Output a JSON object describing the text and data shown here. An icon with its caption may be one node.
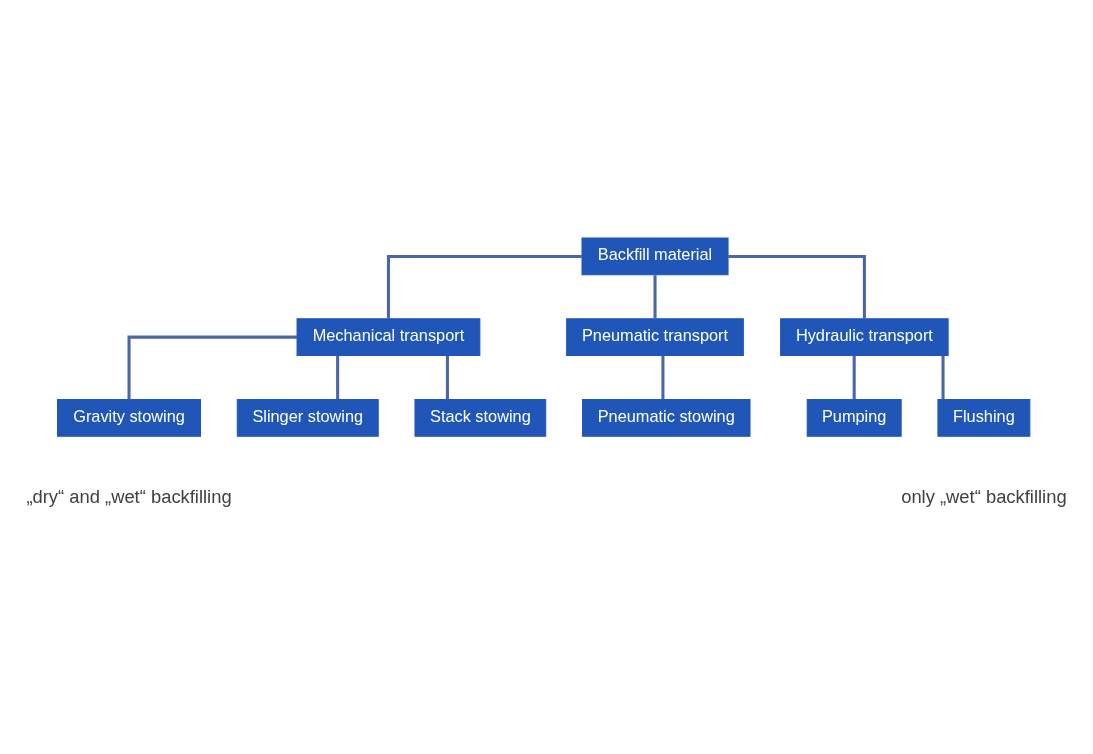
{
  "diagram": {
    "nodes": [
      {
        "text": [
          "Backfill material"
        ]
      },
      {
        "text": [
          "Mechanical transport"
        ]
      },
      {
        "text": [
          "Pneumatic transport"
        ]
      },
      {
        "text": [
          "Hydraulic transport"
        ]
      },
      {
        "text": [
          "Gravity stowing"
        ]
      },
      {
        "text": [
          "Slinger stowing"
        ]
      },
      {
        "text": [
          "Stack stowing"
        ]
      },
      {
        "text": [
          "Pneumatic stowing"
        ]
      },
      {
        "text": [
          "Pumping"
        ]
      },
      {
        "text": [
          "Flushing"
        ]
      }
    ],
    "edges": [
      {
        "from": 0,
        "to": 1,
        "arrow": "none"
      },
      {
        "from": 0,
        "to": 2,
        "arrow": "none"
      },
      {
        "from": 0,
        "to": 3,
        "arrow": "none"
      },
      {
        "from": 1,
        "to": 4,
        "arrow": "none"
      },
      {
        "from": 1,
        "to": 5,
        "arrow": "none"
      },
      {
        "from": 1,
        "to": 6,
        "arrow": "none"
      },
      {
        "from": 2,
        "to": 7,
        "arrow": "none"
      },
      {
        "from": 3,
        "to": 8,
        "arrow": "none"
      },
      {
        "from": 3,
        "to": 9,
        "arrow": "none"
      }
    ],
    "labels": [
      "„dry“ and „wet“ backfilling",
      "only „wet“ backfilling"
    ]
  }
}
